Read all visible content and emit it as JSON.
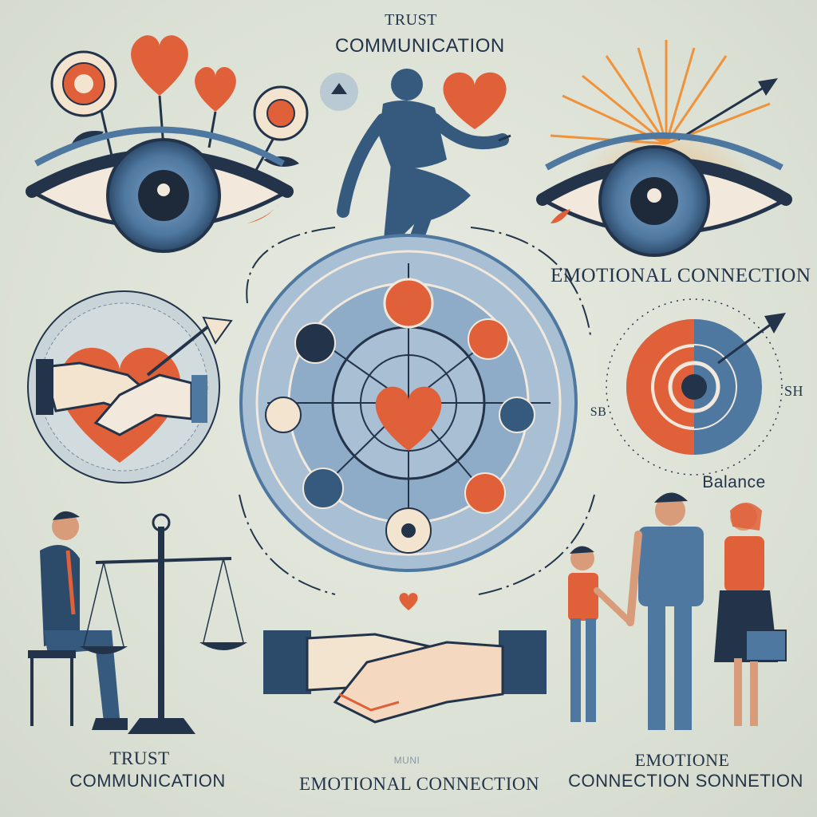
{
  "labels": {
    "top_trust": "TRUST",
    "top_communication": "COMMUNICATION",
    "right_emotional_connection": "EMOTIONAL CONNECTION",
    "balance": "Balance",
    "sh_mark": "SH",
    "sb_mark": "SB",
    "bottom_trust": "TRUST",
    "bottom_communication": "COMMUNICATION",
    "bottom_munic_faded": "MUNI",
    "bottom_emotional_connection": "EMOTIONAL CONNECTION",
    "bottom_emotione": "EMOTIONE",
    "bottom_connection_sonnetion": "CONNECTION SONNETION"
  },
  "palette": {
    "background": "#dfe3d8",
    "navy": "#23344a",
    "steel_blue": "#4f78a0",
    "light_blue": "#a9bfd3",
    "orange": "#e0603a",
    "sun_orange": "#f0923a",
    "cream": "#f2e4cf"
  },
  "icons": [
    "left-eye-icon",
    "right-eye-icon",
    "flower-icon",
    "heart-icon",
    "sitting-figure-icon",
    "sun-icon",
    "arrow-icon",
    "handshake-icon",
    "target-icon",
    "scales-icon",
    "family-icon",
    "circle-diagram-icon"
  ]
}
